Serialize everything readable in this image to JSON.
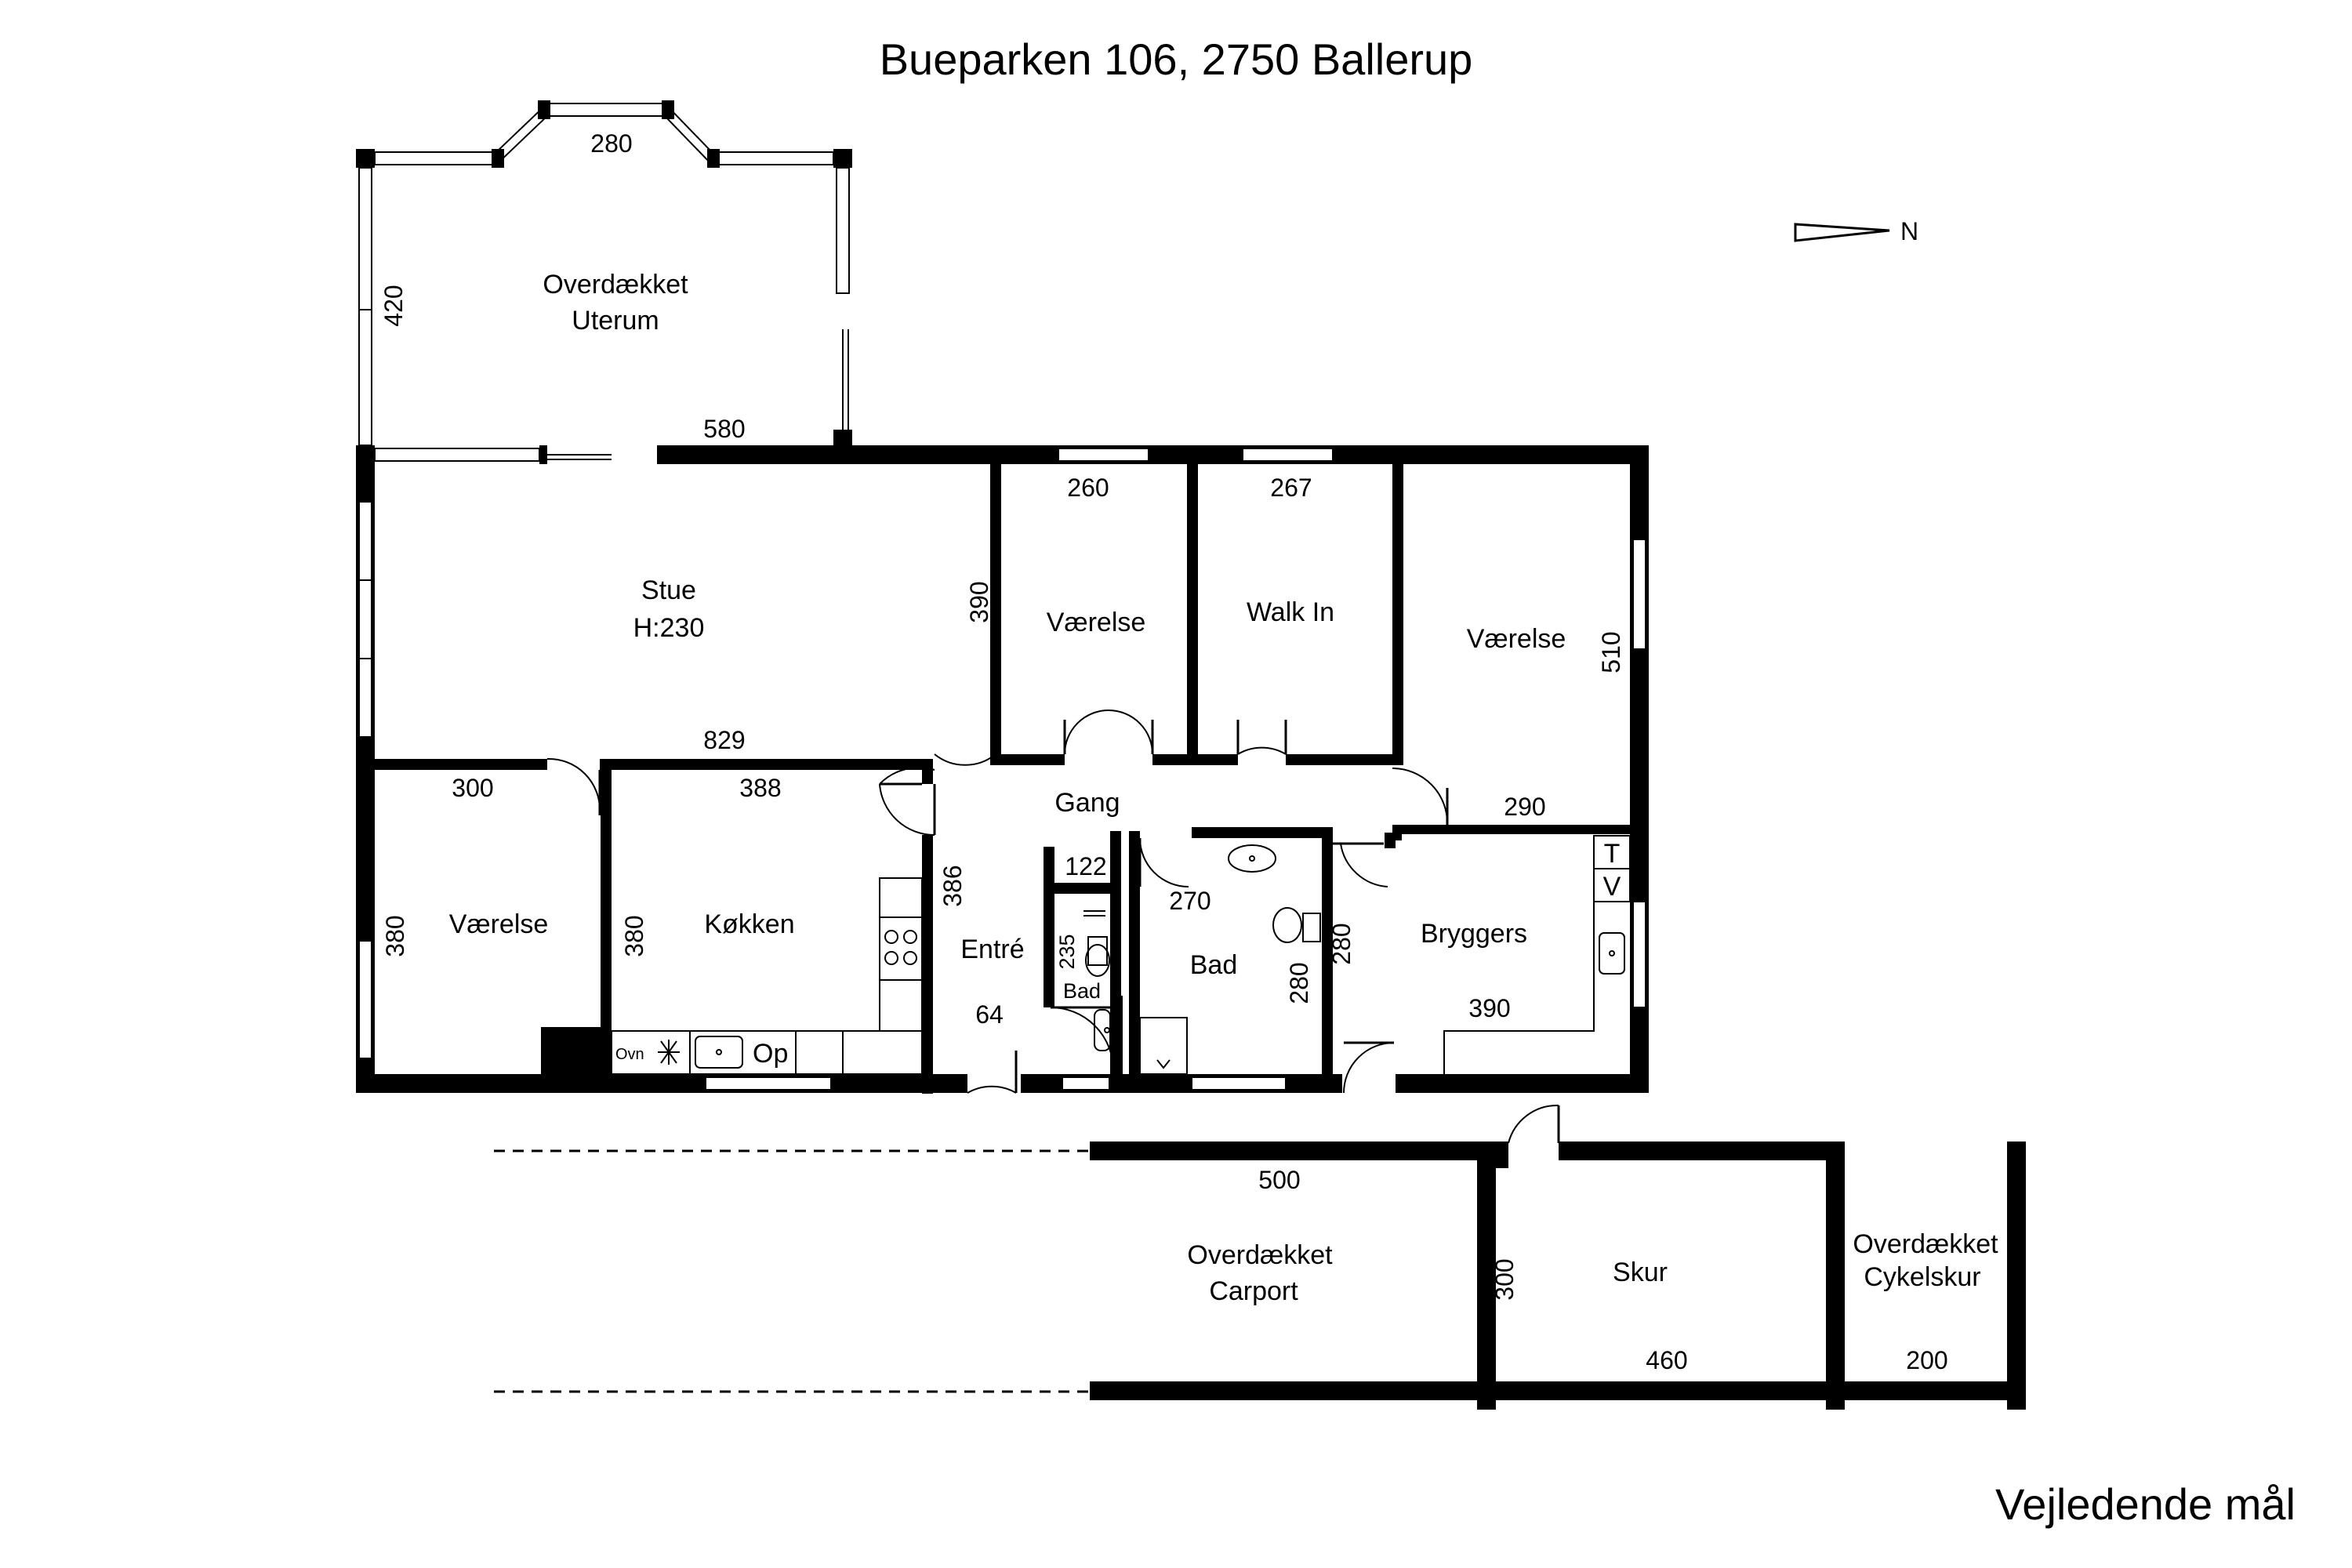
{
  "title": "Bueparken 106, 2750 Ballerup",
  "footer": "Vejledende mål",
  "north": "N",
  "rooms": {
    "uterum_line1": "Overdækket",
    "uterum_line2": "Uterum",
    "stue": "Stue",
    "stue_height": "H:230",
    "vaerelse_1": "Værelse",
    "walk_in": "Walk In",
    "vaerelse_2": "Værelse",
    "gang": "Gang",
    "vaerelse_3": "Værelse",
    "koekken": "Køkken",
    "entre": "Entré",
    "bad_small": "Bad",
    "bad": "Bad",
    "bryggers": "Bryggers",
    "carport_line1": "Overdækket",
    "carport_line2": "Carport",
    "skur": "Skur",
    "cykelskur_line1": "Overdækket",
    "cykelskur_line2": "Cykelskur"
  },
  "fixtures": {
    "ovn": "Ovn",
    "op": "Op",
    "t": "T",
    "v": "V"
  },
  "dimensions": {
    "uterum_top": "280",
    "uterum_side": "420",
    "uterum_bottom": "580",
    "vaerelse1_width": "260",
    "walkin_width": "267",
    "stue_depth": "390",
    "vaerelse2_depth": "510",
    "stue_width": "829",
    "vaerelse3_width": "300",
    "koekken_width": "388",
    "bryggers_top": "290",
    "entre_depth": "386",
    "wc_width": "122",
    "bad_width": "270",
    "vaerelse3_depth": "380",
    "koekken_depth": "380",
    "wc_depth": "235",
    "bad_depth": "280",
    "bryggers_depth": "280",
    "bryggers_width": "390",
    "entre_width": "64",
    "carport_width": "500",
    "skur_depth": "300",
    "skur_width": "460",
    "cykelskur_width": "200"
  }
}
